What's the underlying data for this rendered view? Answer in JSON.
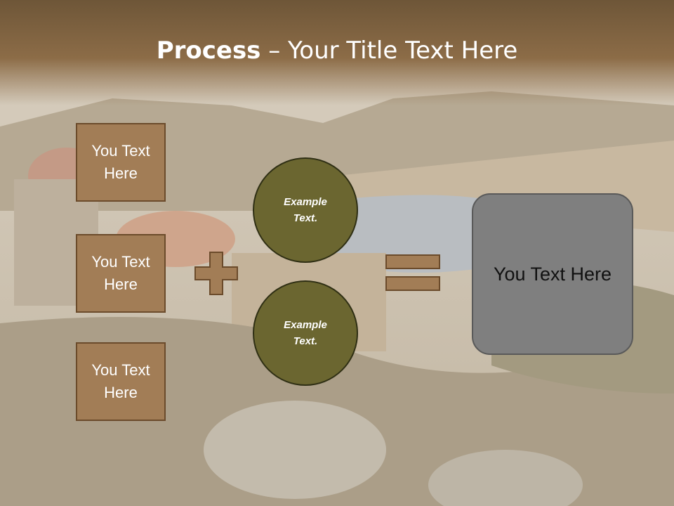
{
  "title": {
    "bold": "Process",
    "rest": " – Your Title Text Here"
  },
  "left_boxes": [
    {
      "line1": "You Text",
      "line2": "Here"
    },
    {
      "line1": "You Text",
      "line2": "Here"
    },
    {
      "line1": "You Text",
      "line2": "Here"
    }
  ],
  "circles": [
    {
      "line1": "Example",
      "line2": "Text."
    },
    {
      "line1": "Example",
      "line2": "Text."
    }
  ],
  "result": {
    "label": "You Text Here"
  },
  "colors": {
    "box_fill": "#a27d56",
    "circle_fill": "#6b6630",
    "result_fill": "#7f7f7f",
    "operator_fill": "#a27d56",
    "title_band": "#8c6c47"
  }
}
